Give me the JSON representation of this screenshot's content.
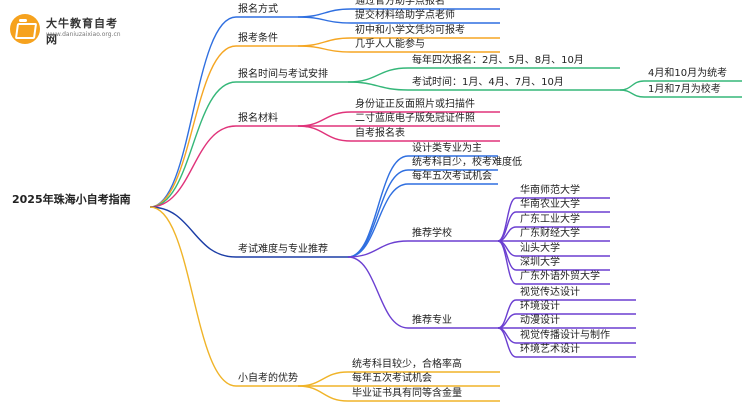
{
  "logo": {
    "title": "大牛教育自考网",
    "url": "www.daniuzaixiao.org.cn"
  },
  "colors": {
    "blue": "#2f6fe0",
    "orange": "#f5a623",
    "green": "#35b779",
    "magenta": "#e0337a",
    "darkblue": "#1b3da6",
    "purple": "#6b3fd1",
    "yellow": "#f0b429"
  },
  "mindmap": {
    "root": "2025年珠海小自考指南",
    "branches": [
      {
        "label": "报名方式",
        "children": [
          {
            "label": "通过官方助学点报名"
          },
          {
            "label": "提交材料给助学点老师"
          }
        ]
      },
      {
        "label": "报考条件",
        "children": [
          {
            "label": "初中和小学文凭均可报考"
          },
          {
            "label": "几乎人人能参与"
          }
        ]
      },
      {
        "label": "报名时间与考试安排",
        "children": [
          {
            "label": "每年四次报名：2月、5月、8月、10月"
          },
          {
            "label": "考试时间：1月、4月、7月、10月",
            "children": [
              {
                "label": "4月和10月为统考"
              },
              {
                "label": "1月和7月为校考"
              }
            ]
          }
        ]
      },
      {
        "label": "报名材料",
        "children": [
          {
            "label": "身份证正反面照片或扫描件"
          },
          {
            "label": "二寸蓝底电子版免冠证件照"
          },
          {
            "label": "自考报名表"
          }
        ]
      },
      {
        "label": "考试难度与专业推荐",
        "children": [
          {
            "label": "设计类专业为主"
          },
          {
            "label": "统考科目少，校考难度低"
          },
          {
            "label": "每年五次考试机会"
          },
          {
            "label": "推荐学校",
            "children": [
              {
                "label": "华南师范大学"
              },
              {
                "label": "华南农业大学"
              },
              {
                "label": "广东工业大学"
              },
              {
                "label": "广东财经大学"
              },
              {
                "label": "汕头大学"
              },
              {
                "label": "深圳大学"
              },
              {
                "label": "广东外语外贸大学"
              }
            ]
          },
          {
            "label": "推荐专业",
            "children": [
              {
                "label": "视觉传达设计"
              },
              {
                "label": "环境设计"
              },
              {
                "label": "动漫设计"
              },
              {
                "label": "视觉传播设计与制作"
              },
              {
                "label": "环境艺术设计"
              }
            ]
          }
        ]
      },
      {
        "label": "小自考的优势",
        "children": [
          {
            "label": "统考科目较少，合格率高"
          },
          {
            "label": "每年五次考试机会"
          },
          {
            "label": "毕业证书具有同等含金量"
          }
        ]
      }
    ]
  }
}
